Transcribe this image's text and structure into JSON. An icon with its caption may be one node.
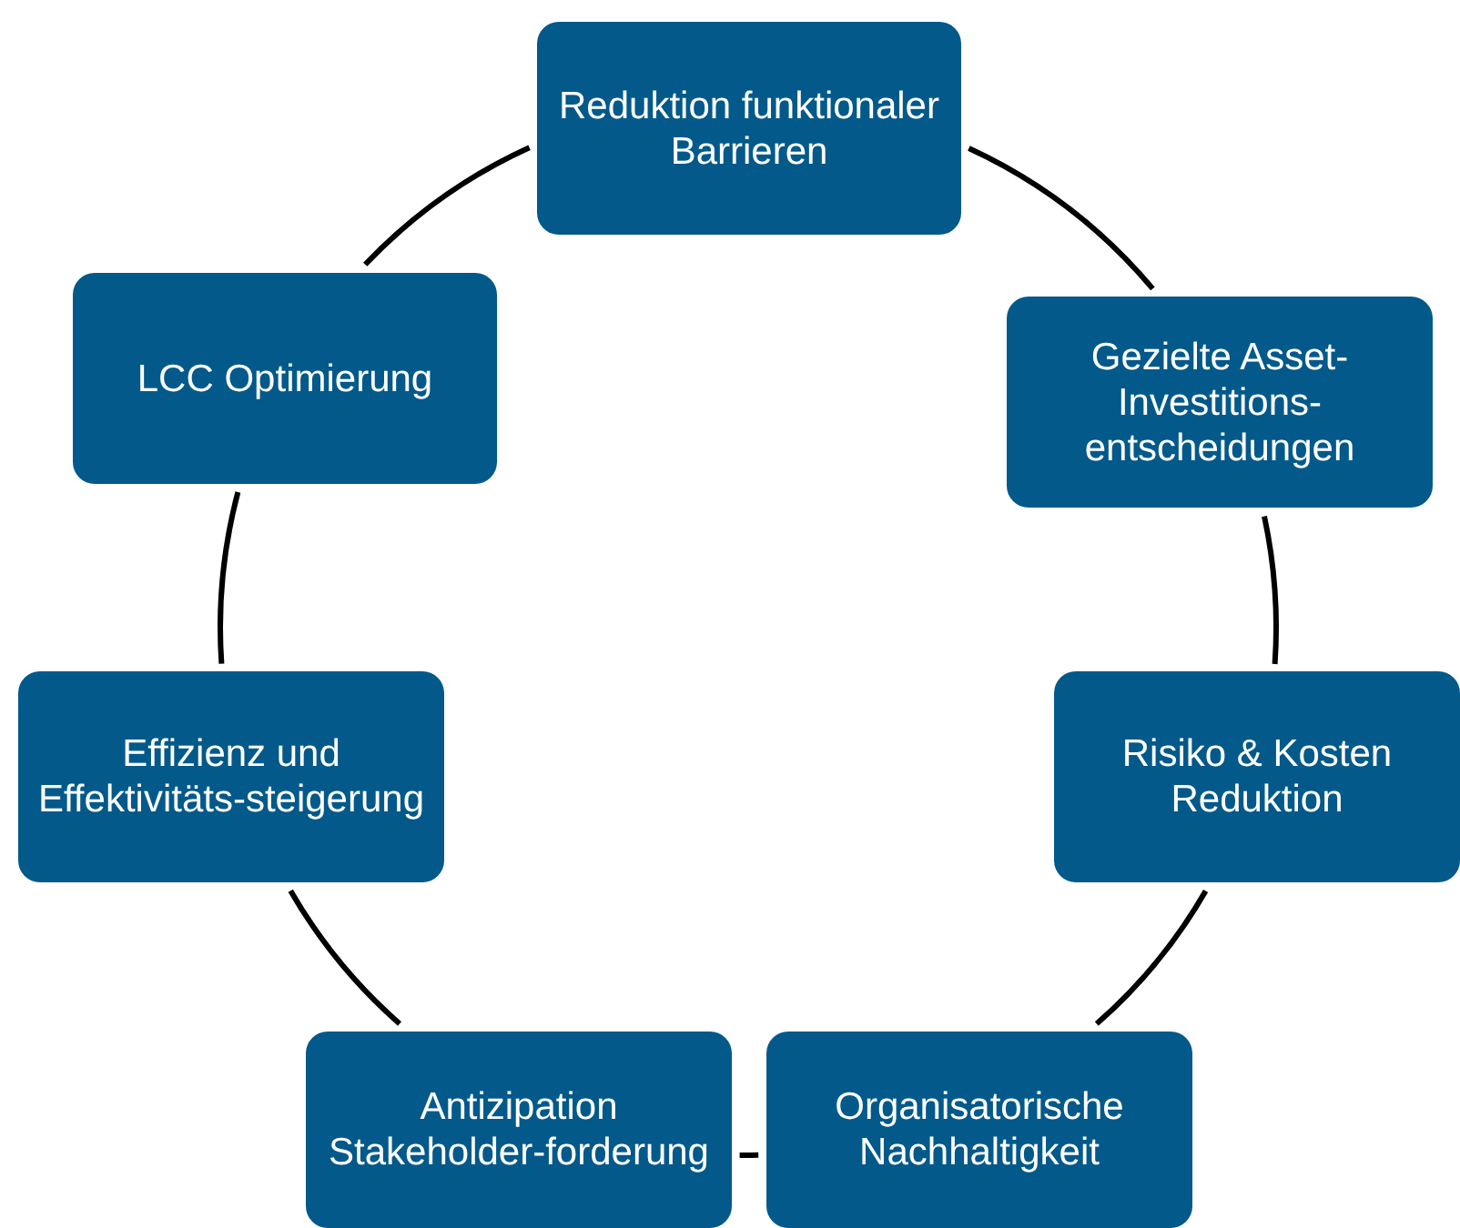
{
  "diagram": {
    "nodes": [
      {
        "text": [
          "Reduktion funktionaler Barrieren"
        ]
      },
      {
        "text": [
          "Gezielte Asset-Investitions-entscheidungen"
        ]
      },
      {
        "text": [
          "Risiko & Kosten Reduktion"
        ]
      },
      {
        "text": [
          "Organisatorische Nachhaltigkeit"
        ]
      },
      {
        "text": [
          "Antizipation Stakeholder-forderung"
        ]
      },
      {
        "text": [
          "Effizienz und Effektivitäts-steigerung"
        ]
      },
      {
        "text": [
          "LCC Optimierung"
        ]
      }
    ],
    "edges": [
      {
        "from": 0,
        "to": 1,
        "arrow": "none"
      },
      {
        "from": 1,
        "to": 2,
        "arrow": "none"
      },
      {
        "from": 2,
        "to": 3,
        "arrow": "none"
      },
      {
        "from": 3,
        "to": 4,
        "arrow": "none"
      },
      {
        "from": 4,
        "to": 5,
        "arrow": "none"
      },
      {
        "from": 5,
        "to": 6,
        "arrow": "none"
      },
      {
        "from": 6,
        "to": 0,
        "arrow": "none"
      }
    ]
  }
}
